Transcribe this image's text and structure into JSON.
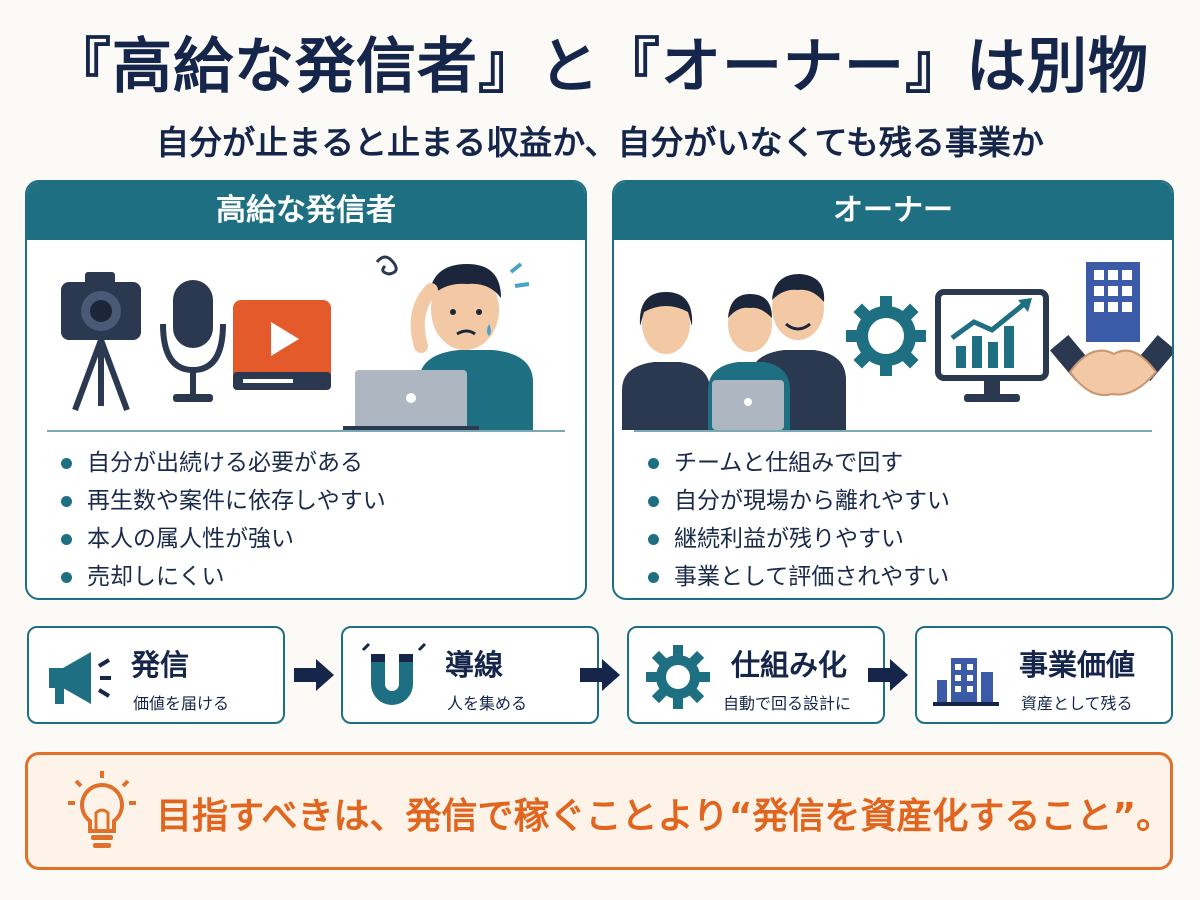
{
  "title": "『高給な発信者』と『オーナー』は別物",
  "subtitle": "自分が止まると止まる収益か、自分がいなくても残る事業か",
  "left_panel": {
    "heading": "高給な発信者",
    "bullets": [
      "自分が出続ける必要がある",
      "再生数や案件に依存しやすい",
      "本人の属人性が強い",
      "売却しにくい"
    ]
  },
  "right_panel": {
    "heading": "オーナー",
    "bullets": [
      "チームと仕組みで回す",
      "自分が現場から離れやすい",
      "継続利益が残りやすい",
      "事業として評価されやすい"
    ]
  },
  "steps": [
    {
      "title": "発信",
      "sub": "価値を届ける",
      "icon": "megaphone-icon"
    },
    {
      "title": "導線",
      "sub": "人を集める",
      "icon": "magnet-icon"
    },
    {
      "title": "仕組み化",
      "sub": "自動で回る設計に",
      "icon": "gear-icon"
    },
    {
      "title": "事業価値",
      "sub": "資産として残る",
      "icon": "building-chart-icon"
    }
  ],
  "callout": {
    "text": "目指すべきは、発信で稼ぐことより“発信を資産化すること”。",
    "icon": "lightbulb-icon"
  },
  "colors": {
    "navy": "#15264a",
    "teal": "#1f6f82",
    "orange": "#e0712a",
    "red_play": "#e55a2b"
  }
}
